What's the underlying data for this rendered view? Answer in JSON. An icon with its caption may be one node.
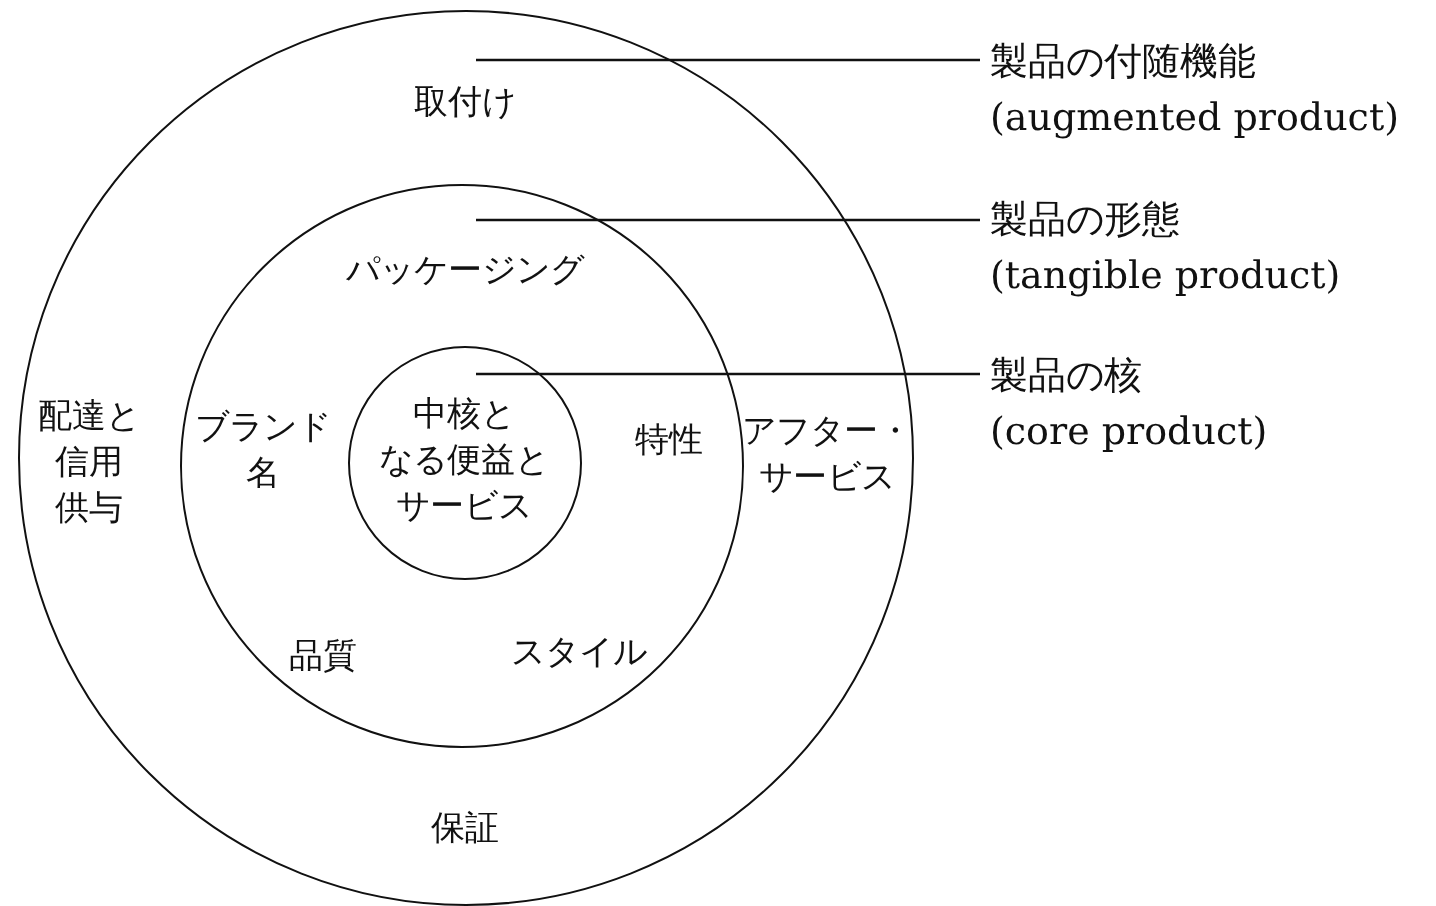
{
  "diagram": {
    "nodes": [
      {
        "text": [
          "取付け",
          "配達と信用供与",
          "アフター・サービス",
          "保証"
        ]
      },
      {
        "text": [
          "パッケージング",
          "ブランド名",
          "特性",
          "品質",
          "スタイル"
        ],
        "in": 0
      },
      {
        "text": [
          "中核となる便益とサービス"
        ],
        "in": 1
      },
      {
        "text": [
          "製品の付随機能",
          "(augmented product)"
        ]
      },
      {
        "text": [
          "製品の形態",
          "(tangible product)"
        ]
      },
      {
        "text": [
          "製品の核",
          "(core product)"
        ]
      }
    ],
    "edges": [
      {
        "from": 3,
        "to": 0,
        "arrow": "none"
      },
      {
        "from": 4,
        "to": 1,
        "arrow": "none"
      },
      {
        "from": 5,
        "to": 2,
        "arrow": "none"
      }
    ]
  }
}
